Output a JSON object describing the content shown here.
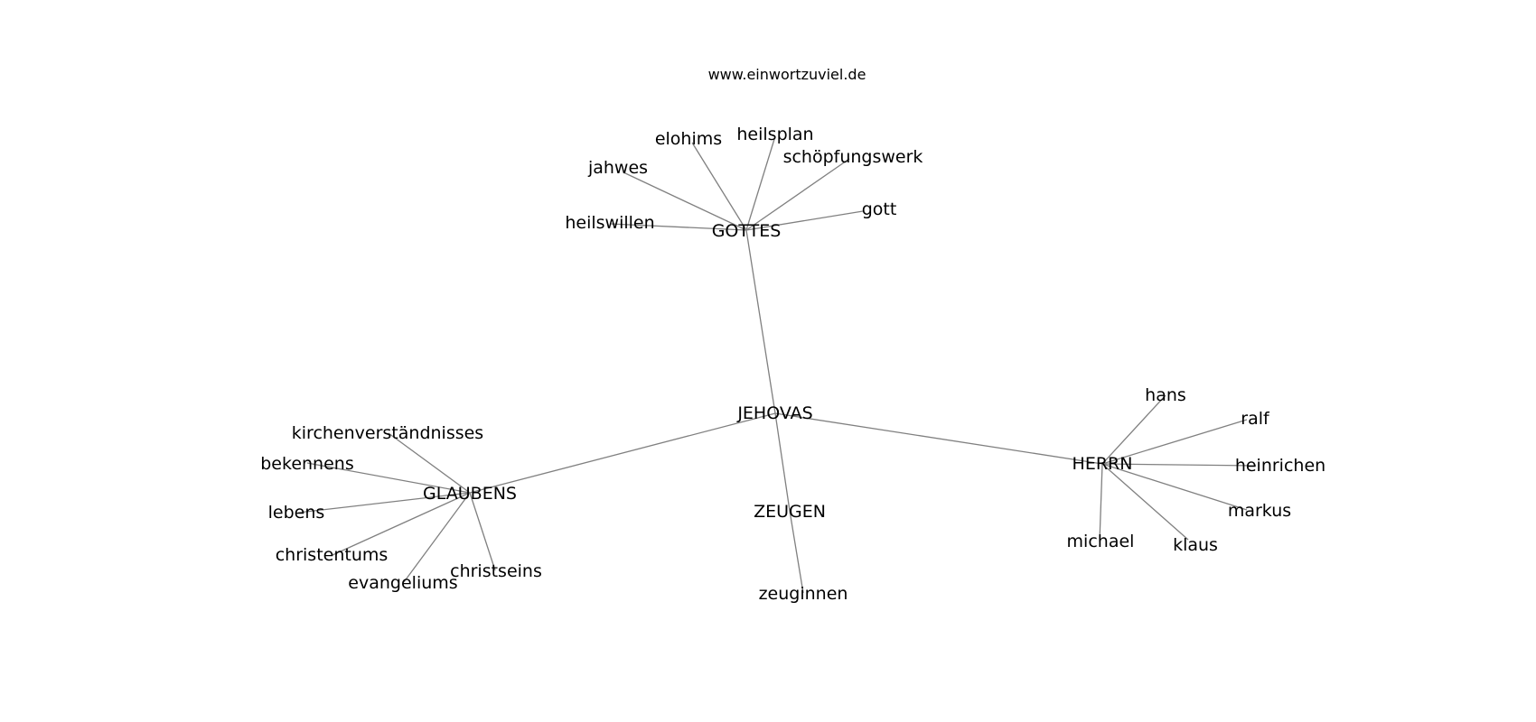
{
  "site_title": "www.einwortzuviel.de",
  "colors": {
    "background": "#ffffff",
    "edge": "#808080",
    "text": "#000000"
  },
  "nodes": {
    "jehovas": "JEHOVAS",
    "gottes": "GOTTES",
    "glaubens": "GLAUBENS",
    "herrn": "HERRN",
    "zeugen": "ZEUGEN",
    "zeuginnen": "zeuginnen",
    "heilswillen": "heilswillen",
    "jahwes": "jahwes",
    "elohims": "elohims",
    "heilsplan": "heilsplan",
    "schoepfungswerk": "schöpfungswerk",
    "gott": "gott",
    "kirchenverstaendnisses": "kirchenverständnisses",
    "bekennens": "bekennens",
    "lebens": "lebens",
    "christentums": "christentums",
    "evangeliums": "evangeliums",
    "christseins": "christseins",
    "hans": "hans",
    "ralf": "ralf",
    "heinrichen": "heinrichen",
    "markus": "markus",
    "klaus": "klaus",
    "michael": "michael"
  }
}
